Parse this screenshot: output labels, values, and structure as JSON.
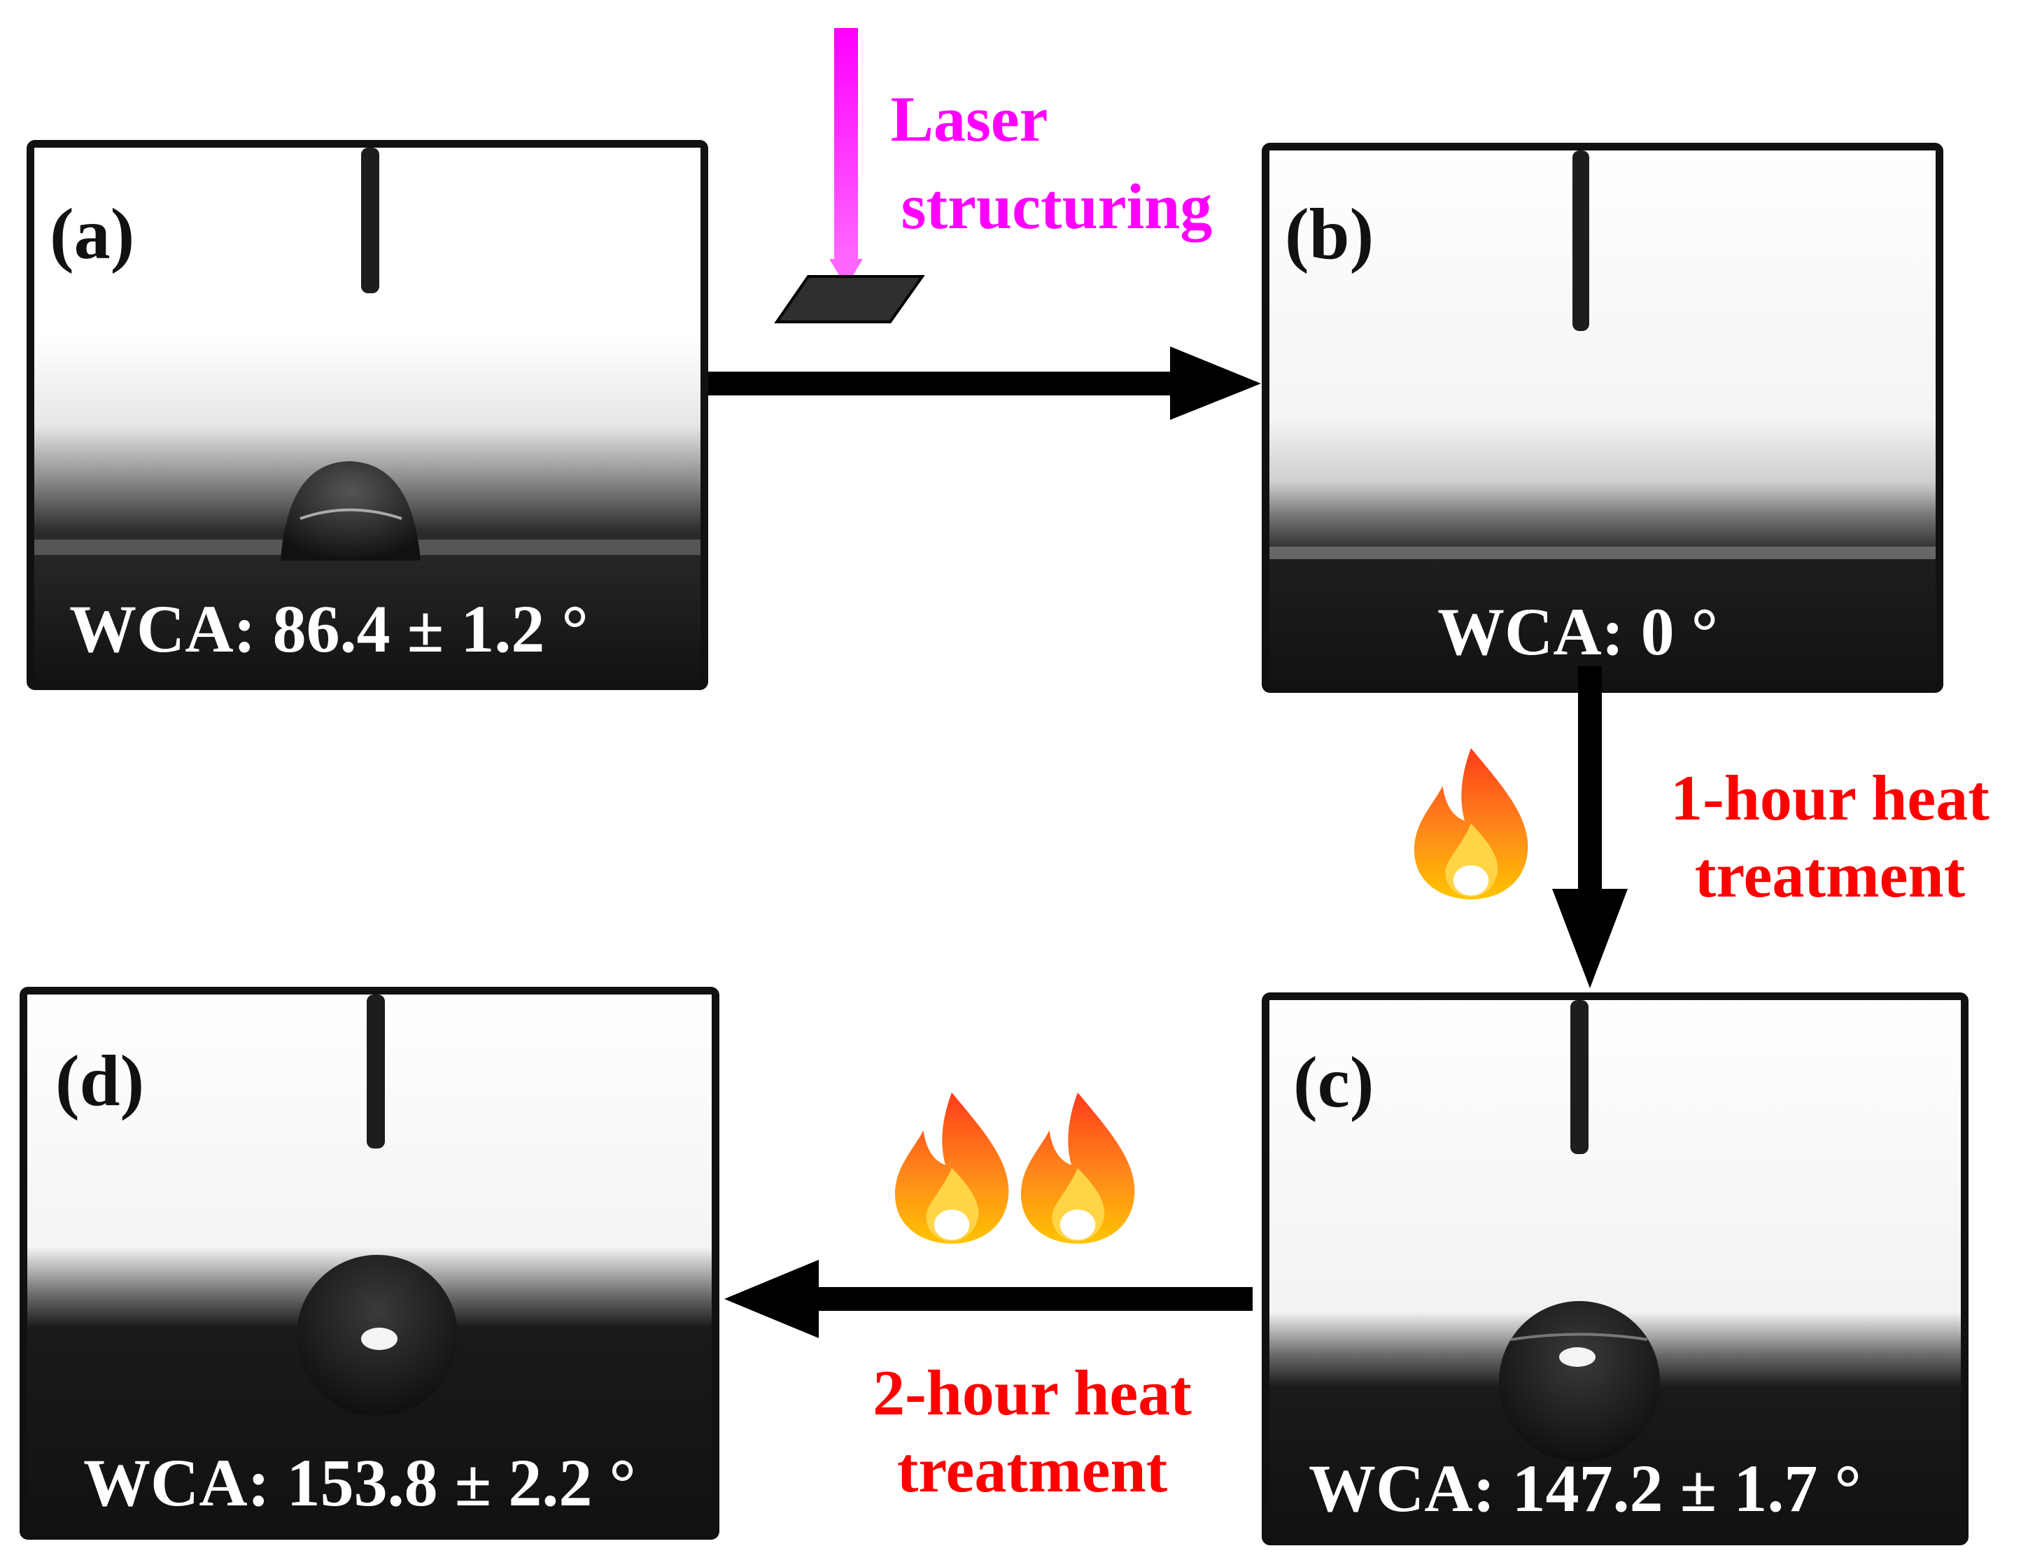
{
  "panels": {
    "a": {
      "label": "(a)",
      "wca": "WCA: 86.4 ± 1.2 °"
    },
    "b": {
      "label": "(b)",
      "wca": "WCA: 0 °"
    },
    "c": {
      "label": "(c)",
      "wca": "WCA: 147.2 ± 1.7 °"
    },
    "d": {
      "label": "(d)",
      "wca": "WCA: 153.8 ± 2.2 °"
    }
  },
  "steps": {
    "laser": {
      "line1": "Laser",
      "line2": "structuring",
      "color": "#ff00ff"
    },
    "heat1": {
      "line1": "1-hour heat",
      "line2": "treatment",
      "color": "#ff0000"
    },
    "heat2": {
      "line1": "2-hour heat",
      "line2": "treatment",
      "color": "#ff0000"
    }
  },
  "icons": [
    "laser-beam-icon",
    "sample-plate-icon",
    "flame-icon"
  ],
  "colors": {
    "frame": "#111111",
    "arrow": "#000000"
  }
}
